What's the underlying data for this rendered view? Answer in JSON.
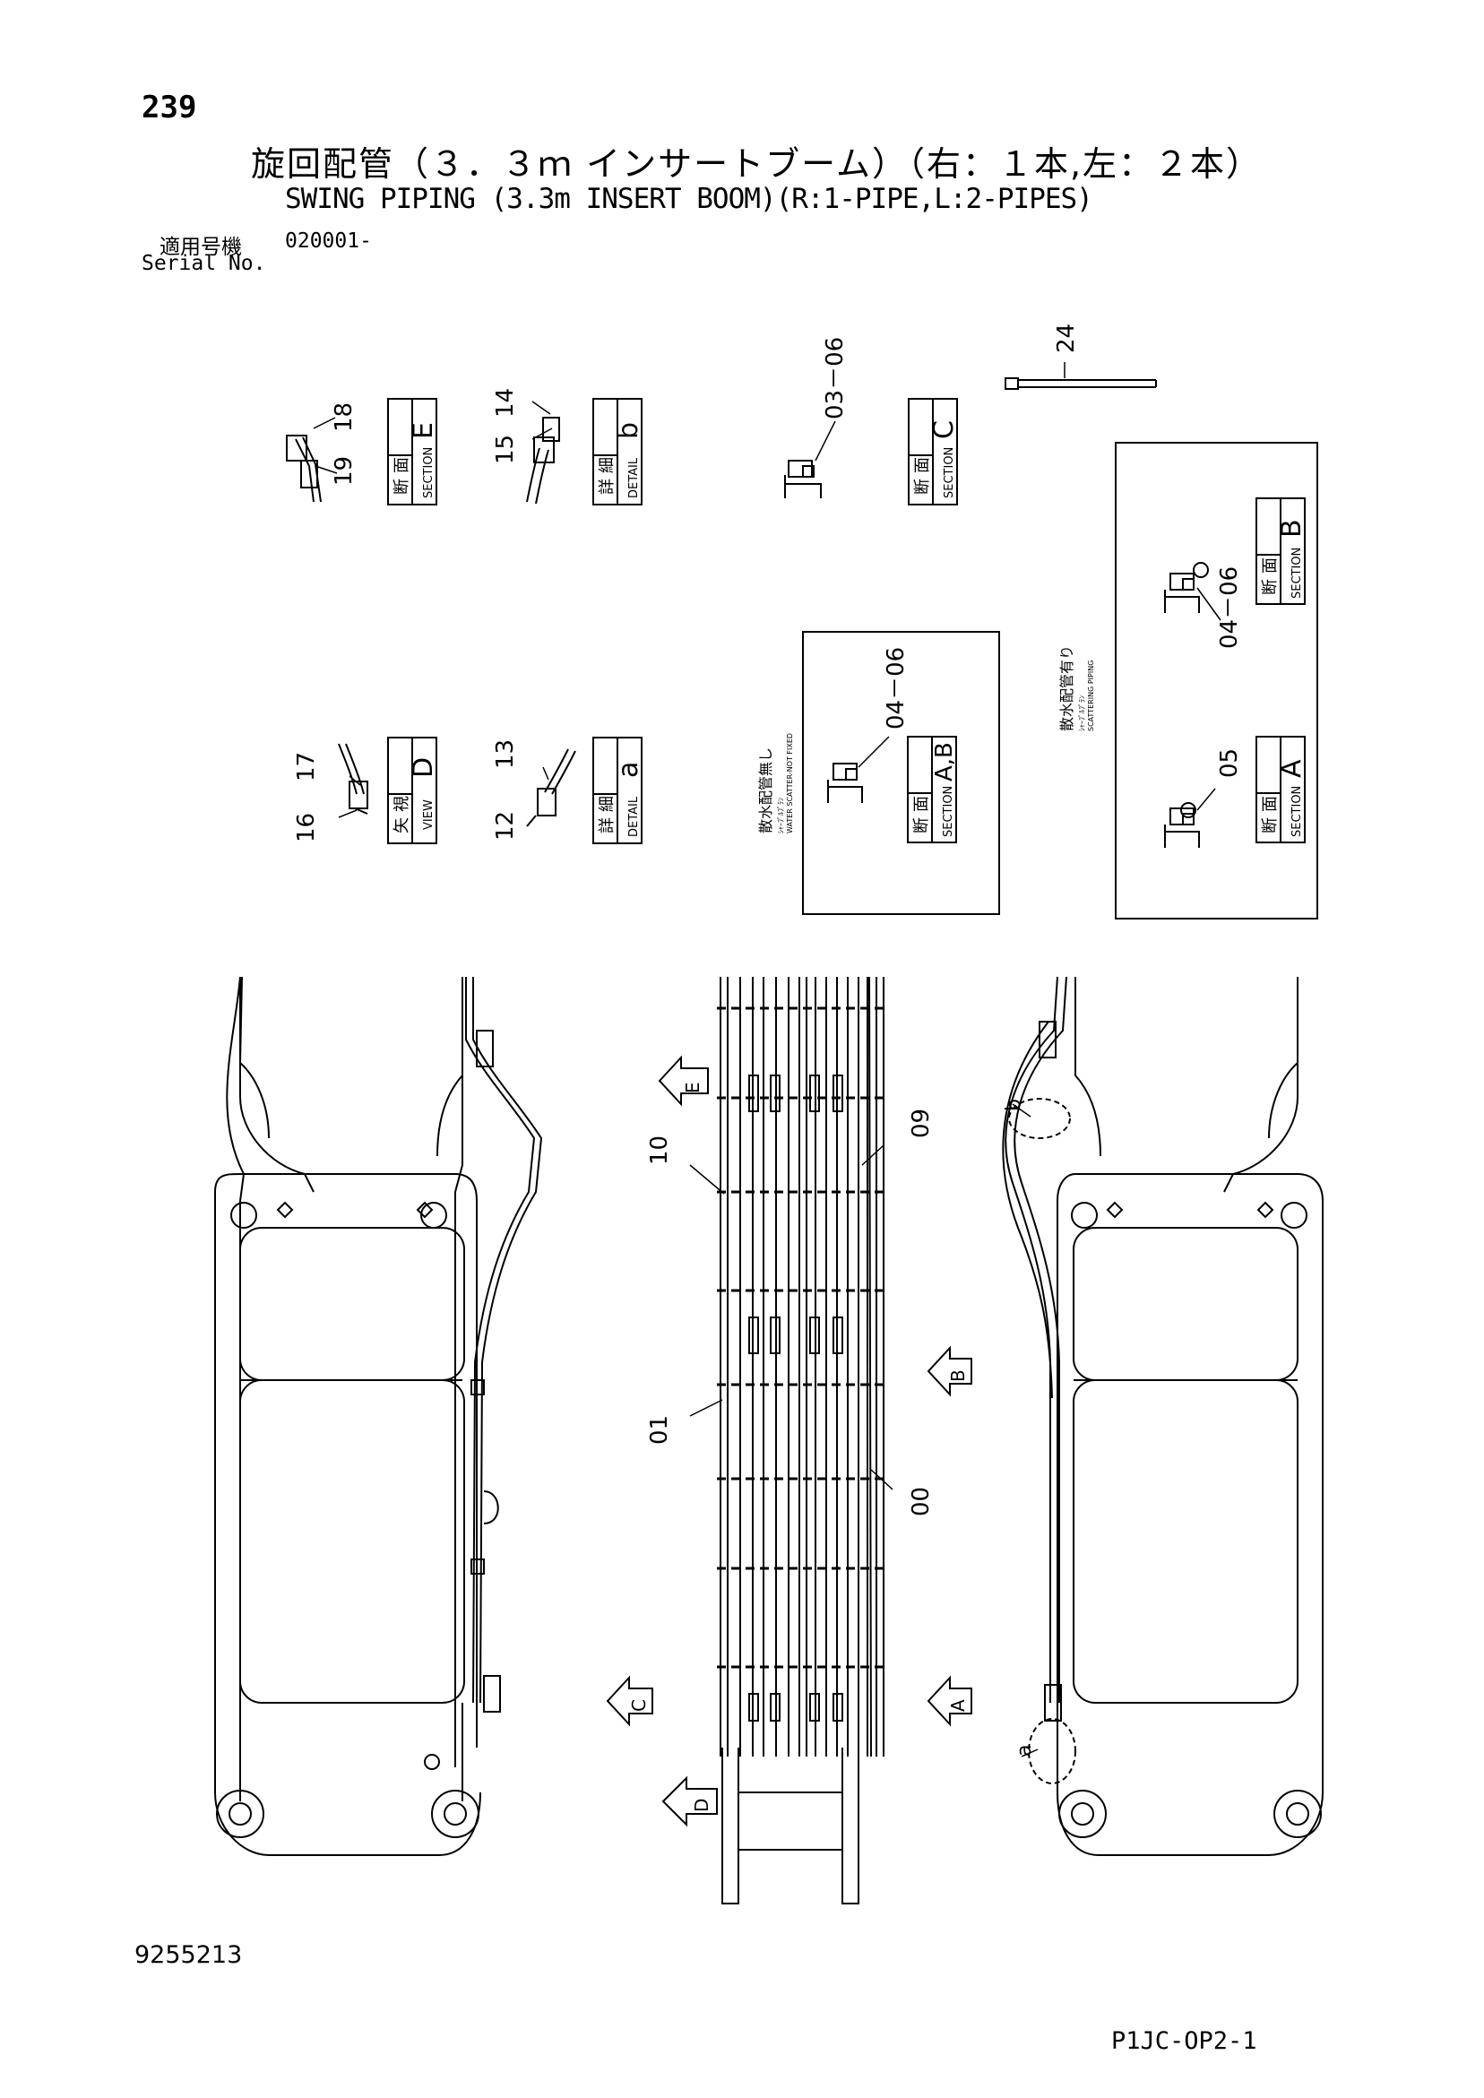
{
  "header": {
    "page_number": "239",
    "title_jp": "旋回配管（３．３ｍ インサートブーム）（右：１本,左：２本）",
    "title_en": "SWING PIPING (3.3m INSERT BOOM)(R:1-PIPE,L:2-PIPES)",
    "serial_label_jp": "適用号機",
    "serial_label_en": "Serial No.",
    "serial_value": "020001-"
  },
  "footer": {
    "doc_number": "9255213",
    "page_code": "P1JC-OP2-1"
  },
  "labels": {
    "sec_jp_a": "断",
    "sec_jp_b": "面",
    "det_jp_a": "詳",
    "det_jp_b": "細",
    "view_jp_a": "矢",
    "view_jp_b": "視",
    "section": "SECTION",
    "detail": "DETAIL",
    "view": "VIEW",
    "letter_E": "E",
    "letter_b": "b",
    "letter_C": "C",
    "letter_D": "D",
    "letter_a": "a",
    "letter_AB": "A,B",
    "letter_B": "B",
    "letter_A": "A",
    "scatter_without_jp": "散水配管無し",
    "scatter_without_en1": "ｼｬｰﾌﾟﾙﾌﾟﾗﾝ",
    "scatter_without_en2": "WATER SCATTER-NOT FIXED",
    "scatter_with_jp": "散水配管有り",
    "scatter_with_en1": "ｼｬｰﾌﾟﾙﾌﾟﾗﾝ",
    "scatter_with_en2": "SCATTERING PIPING"
  },
  "parts": {
    "p00": "00",
    "p01": "01",
    "p03_06": "03－06",
    "p04_06": "04－06",
    "p05": "05",
    "p09": "09",
    "p10": "10",
    "p12": "12",
    "p13": "13",
    "p14": "14",
    "p15": "15",
    "p16": "16",
    "p17": "17",
    "p18": "18",
    "p19": "19",
    "p24": "24"
  },
  "markers": {
    "E": "E",
    "B": "B",
    "C": "C",
    "A": "A",
    "D": "D",
    "a": "a",
    "b": "b"
  }
}
